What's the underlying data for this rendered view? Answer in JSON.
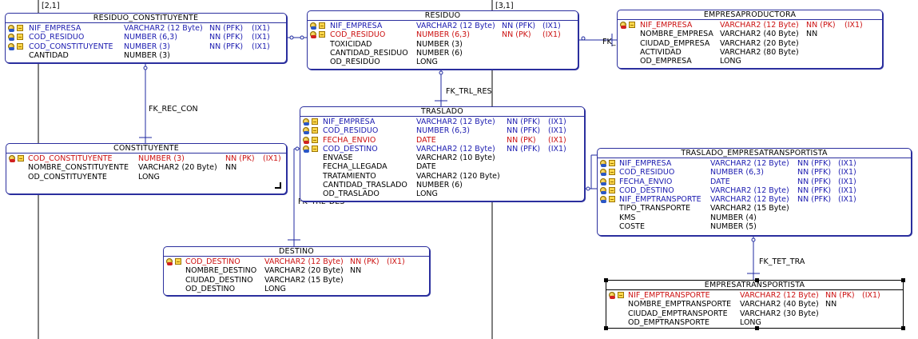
{
  "corner_labels": {
    "left": "[2,1]",
    "right": "[3,1]"
  },
  "relationships": {
    "fk_rec_con": "FK_REC_CON",
    "fk_trl_res": "FK_TRL_RES",
    "fk_tet_tra": "FK_TET_TRA",
    "fk_re_right": "FK_",
    "fk_trl_des": "FK_TRL_DES"
  },
  "colors": {
    "pk": "#cc1111",
    "fk": "#1b1bb0",
    "border": "#2b2f9e",
    "line": "#1f2aa0"
  },
  "tables": {
    "residuo_constituyente": {
      "name": "RESIDUO_CONSTITUYENTE",
      "rows": [
        {
          "col": "NIF_EMPRESA",
          "type": "VARCHAR2 (12 Byte)",
          "null": "NN (PFK)",
          "idx": "(IX1)",
          "kind": "fk",
          "icon": "pfk"
        },
        {
          "col": "COD_RESIDUO",
          "type": "NUMBER (6,3)",
          "null": "NN (PFK)",
          "idx": "(IX1)",
          "kind": "fk",
          "icon": "pfk"
        },
        {
          "col": "COD_CONSTITUYENTE",
          "type": "NUMBER (3)",
          "null": "NN (PFK)",
          "idx": "(IX1)",
          "kind": "fk",
          "icon": "pfk"
        },
        {
          "col": "CANTIDAD",
          "type": "NUMBER (3)",
          "null": "",
          "idx": "",
          "kind": "def",
          "icon": "none"
        }
      ]
    },
    "residuo": {
      "name": "RESIDUO",
      "rows": [
        {
          "col": "NIF_EMPRESA",
          "type": "VARCHAR2 (12 Byte)",
          "null": "NN (PFK)",
          "idx": "(IX1)",
          "kind": "fk",
          "icon": "pfk"
        },
        {
          "col": "COD_RESIDUO",
          "type": "NUMBER (6,3)",
          "null": "NN (PK)",
          "idx": "(IX1)",
          "kind": "pk",
          "icon": "pk"
        },
        {
          "col": "TOXICIDAD",
          "type": "NUMBER (3)",
          "null": "",
          "idx": "",
          "kind": "def",
          "icon": "none"
        },
        {
          "col": "CANTIDAD_RESIDUO",
          "type": "NUMBER (6)",
          "null": "",
          "idx": "",
          "kind": "def",
          "icon": "none"
        },
        {
          "col": "OD_RESIDUO",
          "type": "LONG",
          "null": "",
          "idx": "",
          "kind": "def",
          "icon": "none"
        }
      ]
    },
    "empresaproductora": {
      "name": "EMPRESAPRODUCTORA",
      "rows": [
        {
          "col": "NIF_EMPRESA",
          "type": "VARCHAR2 (12 Byte)",
          "null": "NN (PK)",
          "idx": "(IX1)",
          "kind": "pk",
          "icon": "pk"
        },
        {
          "col": "NOMBRE_EMPRESA",
          "type": "VARCHAR2 (40 Byte)",
          "null": "NN",
          "idx": "",
          "kind": "def",
          "icon": "none"
        },
        {
          "col": "CIUDAD_EMPRESA",
          "type": "VARCHAR2 (20 Byte)",
          "null": "",
          "idx": "",
          "kind": "def",
          "icon": "none"
        },
        {
          "col": "ACTIVIDAD",
          "type": "VARCHAR2 (80 Byte)",
          "null": "",
          "idx": "",
          "kind": "def",
          "icon": "none"
        },
        {
          "col": "OD_EMPRESA",
          "type": "LONG",
          "null": "",
          "idx": "",
          "kind": "def",
          "icon": "none"
        }
      ]
    },
    "traslado": {
      "name": "TRASLADO",
      "rows": [
        {
          "col": "NIF_EMPRESA",
          "type": "VARCHAR2 (12 Byte)",
          "null": "NN (PFK)",
          "idx": "(IX1)",
          "kind": "fk",
          "icon": "pfk"
        },
        {
          "col": "COD_RESIDUO",
          "type": "NUMBER (6,3)",
          "null": "NN (PFK)",
          "idx": "(IX1)",
          "kind": "fk",
          "icon": "pfk"
        },
        {
          "col": "FECHA_ENVIO",
          "type": "DATE",
          "null": "NN (PK)",
          "idx": "(IX1)",
          "kind": "pk",
          "icon": "pk"
        },
        {
          "col": "COD_DESTINO",
          "type": "VARCHAR2 (12 Byte)",
          "null": "NN (PFK)",
          "idx": "(IX1)",
          "kind": "fk",
          "icon": "pfk"
        },
        {
          "col": "ENVASE",
          "type": "VARCHAR2 (10 Byte)",
          "null": "",
          "idx": "",
          "kind": "def",
          "icon": "none"
        },
        {
          "col": "FECHA_LLEGADA",
          "type": "DATE",
          "null": "",
          "idx": "",
          "kind": "def",
          "icon": "none"
        },
        {
          "col": "TRATAMIENTO",
          "type": "VARCHAR2 (120 Byte)",
          "null": "",
          "idx": "",
          "kind": "def",
          "icon": "none"
        },
        {
          "col": "CANTIDAD_TRASLADO",
          "type": "NUMBER (6)",
          "null": "",
          "idx": "",
          "kind": "def",
          "icon": "none"
        },
        {
          "col": "OD_TRASLADO",
          "type": "LONG",
          "null": "",
          "idx": "",
          "kind": "def",
          "icon": "none"
        }
      ]
    },
    "constituyente": {
      "name": "CONSTITUYENTE",
      "rows": [
        {
          "col": "COD_CONSTITUYENTE",
          "type": "NUMBER (3)",
          "null": "NN (PK)",
          "idx": "(IX1)",
          "kind": "pk",
          "icon": "pk"
        },
        {
          "col": "NOMBRE_CONSTITUYENTE",
          "type": "VARCHAR2 (20 Byte)",
          "null": "NN",
          "idx": "",
          "kind": "def",
          "icon": "none"
        },
        {
          "col": "OD_CONSTITUYENTE",
          "type": "LONG",
          "null": "",
          "idx": "",
          "kind": "def",
          "icon": "none"
        }
      ]
    },
    "traslado_empresatransportista": {
      "name": "TRASLADO_EMPRESATRANSPORTISTA",
      "rows": [
        {
          "col": "NIF_EMPRESA",
          "type": "VARCHAR2 (12 Byte)",
          "null": "NN (PFK)",
          "idx": "(IX1)",
          "kind": "fk",
          "icon": "pfk"
        },
        {
          "col": "COD_RESIDUO",
          "type": "NUMBER (6,3)",
          "null": "NN (PFK)",
          "idx": "(IX1)",
          "kind": "fk",
          "icon": "pfk"
        },
        {
          "col": "FECHA_ENVIO",
          "type": "DATE",
          "null": "NN (PFK)",
          "idx": "(IX1)",
          "kind": "fk",
          "icon": "pfk"
        },
        {
          "col": "COD_DESTINO",
          "type": "VARCHAR2 (12 Byte)",
          "null": "NN (PFK)",
          "idx": "(IX1)",
          "kind": "fk",
          "icon": "pfk"
        },
        {
          "col": "NIF_EMPTRANSPORTE",
          "type": "VARCHAR2 (12 Byte)",
          "null": "NN (PFK)",
          "idx": "(IX1)",
          "kind": "fk",
          "icon": "pfk"
        },
        {
          "col": "TIPO_TRANSPORTE",
          "type": "VARCHAR2 (15 Byte)",
          "null": "",
          "idx": "",
          "kind": "def",
          "icon": "none"
        },
        {
          "col": "KMS",
          "type": "NUMBER (4)",
          "null": "",
          "idx": "",
          "kind": "def",
          "icon": "none"
        },
        {
          "col": "COSTE",
          "type": "NUMBER (5)",
          "null": "",
          "idx": "",
          "kind": "def",
          "icon": "none"
        }
      ]
    },
    "destino": {
      "name": "DESTINO",
      "rows": [
        {
          "col": "COD_DESTINO",
          "type": "VARCHAR2 (12 Byte)",
          "null": "NN (PK)",
          "idx": "(IX1)",
          "kind": "pk",
          "icon": "pk"
        },
        {
          "col": "NOMBRE_DESTINO",
          "type": "VARCHAR2 (20 Byte)",
          "null": "NN",
          "idx": "",
          "kind": "def",
          "icon": "none"
        },
        {
          "col": "CIUDAD_DESTINO",
          "type": "VARCHAR2 (15 Byte)",
          "null": "",
          "idx": "",
          "kind": "def",
          "icon": "none"
        },
        {
          "col": "OD_DESTINO",
          "type": "LONG",
          "null": "",
          "idx": "",
          "kind": "def",
          "icon": "none"
        }
      ]
    },
    "empresatransportista": {
      "name": "EMPRESATRANSPORTISTA",
      "rows": [
        {
          "col": "NIF_EMPTRANSPORTE",
          "type": "VARCHAR2 (12 Byte)",
          "null": "NN (PK)",
          "idx": "(IX1)",
          "kind": "pk",
          "icon": "pk"
        },
        {
          "col": "NOMBRE_EMPTRANSPORTE",
          "type": "VARCHAR2 (40 Byte)",
          "null": "NN",
          "idx": "",
          "kind": "def",
          "icon": "none"
        },
        {
          "col": "CIUDAD_EMPTRANSPORTE",
          "type": "VARCHAR2 (30 Byte)",
          "null": "",
          "idx": "",
          "kind": "def",
          "icon": "none"
        },
        {
          "col": "OD_EMPTRANSPORTE",
          "type": "LONG",
          "null": "",
          "idx": "",
          "kind": "def",
          "icon": "none"
        }
      ]
    }
  }
}
